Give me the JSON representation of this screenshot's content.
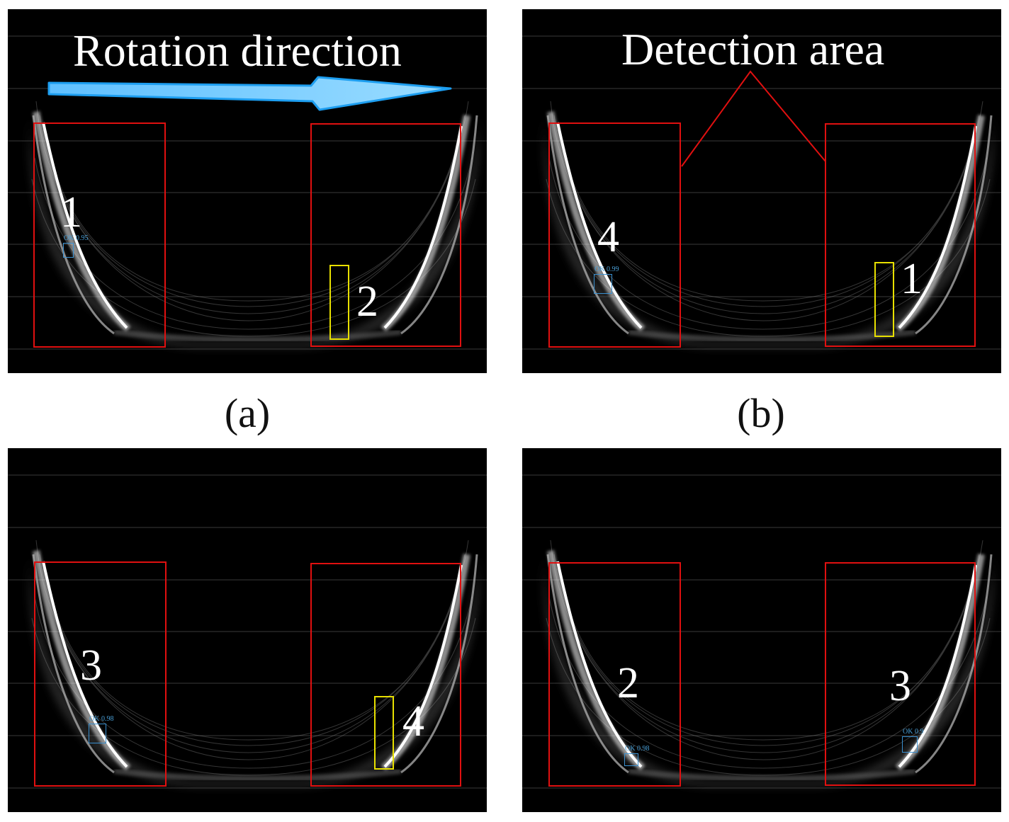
{
  "panel_a": {
    "title": "Rotation direction",
    "caption": "(a)",
    "numbers": [
      "1",
      "2"
    ],
    "detection": "OK 0.95"
  },
  "panel_b": {
    "title": "Detection area",
    "caption": "(b)",
    "numbers": [
      "4",
      "1"
    ],
    "detection": "OK 0.99"
  },
  "panel_c": {
    "numbers": [
      "3",
      "4"
    ],
    "detection": "OK 0.98"
  },
  "panel_d": {
    "numbers": [
      "2",
      "3"
    ],
    "detections": [
      "OK 0.98",
      "OK 0.9"
    ]
  },
  "colors": {
    "detection_box": "#e01010",
    "tracked_box": "#e8e000",
    "ok_box": "#3a90d0",
    "arrow": "#7fd0ff"
  }
}
